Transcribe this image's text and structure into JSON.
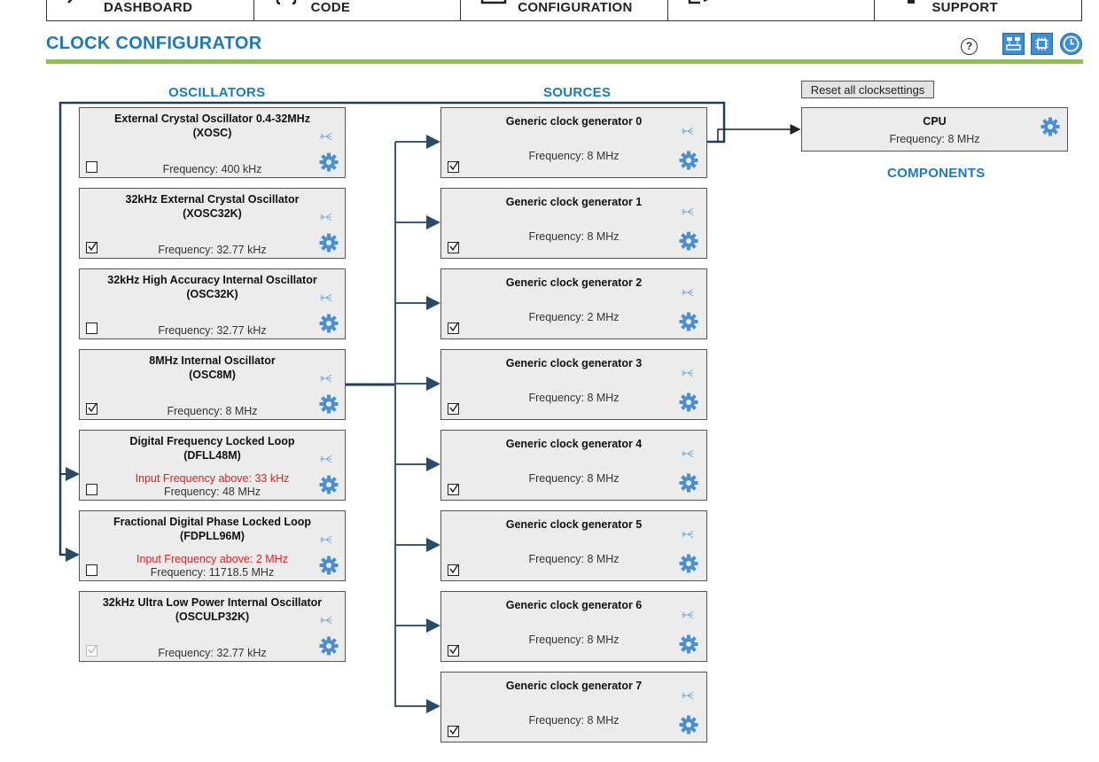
{
  "nav": {
    "tabs": [
      {
        "label": "DASHBOARD"
      },
      {
        "label": "CODE"
      },
      {
        "label": "CONFIGURATION"
      },
      {
        "label": ""
      },
      {
        "label": "SUPPORT"
      }
    ]
  },
  "header": {
    "title": "CLOCK CONFIGURATOR",
    "help_label": "?"
  },
  "sections": {
    "oscillators": "OSCILLATORS",
    "sources": "SOURCES",
    "components": "COMPONENTS"
  },
  "reset_label": "Reset all clocksettings",
  "oscillators": [
    {
      "name": "External Crystal Oscillator 0.4-32MHz",
      "code": "(XOSC)",
      "checked": false,
      "freq": "Frequency: 400 kHz",
      "warn": ""
    },
    {
      "name": "32kHz External Crystal Oscillator",
      "code": "(XOSC32K)",
      "checked": true,
      "freq": "Frequency: 32.77 kHz",
      "warn": ""
    },
    {
      "name": "32kHz High Accuracy Internal Oscillator",
      "code": "(OSC32K)",
      "checked": false,
      "freq": "Frequency: 32.77 kHz",
      "warn": ""
    },
    {
      "name": "8MHz Internal Oscillator",
      "code": "(OSC8M)",
      "checked": true,
      "freq": "Frequency: 8 MHz",
      "warn": ""
    },
    {
      "name": "Digital Frequency Locked Loop",
      "code": "(DFLL48M)",
      "checked": false,
      "freq": "Frequency: 48 MHz",
      "warn": "Input Frequency above: 33 kHz"
    },
    {
      "name": "Fractional Digital Phase Locked Loop",
      "code": "(FDPLL96M)",
      "checked": false,
      "freq": "Frequency: 11718.5 MHz",
      "warn": "Input Frequency above: 2 MHz"
    },
    {
      "name": "32kHz Ultra Low Power Internal Oscillator",
      "code": "(OSCULP32K)",
      "checked": true,
      "disabled": true,
      "freq": "Frequency: 32.77 kHz",
      "warn": ""
    }
  ],
  "sources": [
    {
      "name": "Generic clock generator 0",
      "freq": "Frequency: 8 MHz",
      "checked": true
    },
    {
      "name": "Generic clock generator 1",
      "freq": "Frequency: 8 MHz",
      "checked": true
    },
    {
      "name": "Generic clock generator 2",
      "freq": "Frequency: 2 MHz",
      "checked": true
    },
    {
      "name": "Generic clock generator 3",
      "freq": "Frequency: 8 MHz",
      "checked": true
    },
    {
      "name": "Generic clock generator 4",
      "freq": "Frequency: 8 MHz",
      "checked": true
    },
    {
      "name": "Generic clock generator 5",
      "freq": "Frequency: 8 MHz",
      "checked": true
    },
    {
      "name": "Generic clock generator 6",
      "freq": "Frequency: 8 MHz",
      "checked": true
    },
    {
      "name": "Generic clock generator 7",
      "freq": "Frequency: 8 MHz",
      "checked": true
    }
  ],
  "cpu": {
    "name": "CPU",
    "freq": "Frequency: 8 MHz"
  },
  "colors": {
    "accent": "#1a7ac0",
    "green": "#8cc63f",
    "wire": "#1f3d5c",
    "warn": "#e02020",
    "gear": "#4a90d0"
  },
  "icons": {
    "settings": "gear-icon",
    "route": "route-icon",
    "help": "help-icon"
  }
}
